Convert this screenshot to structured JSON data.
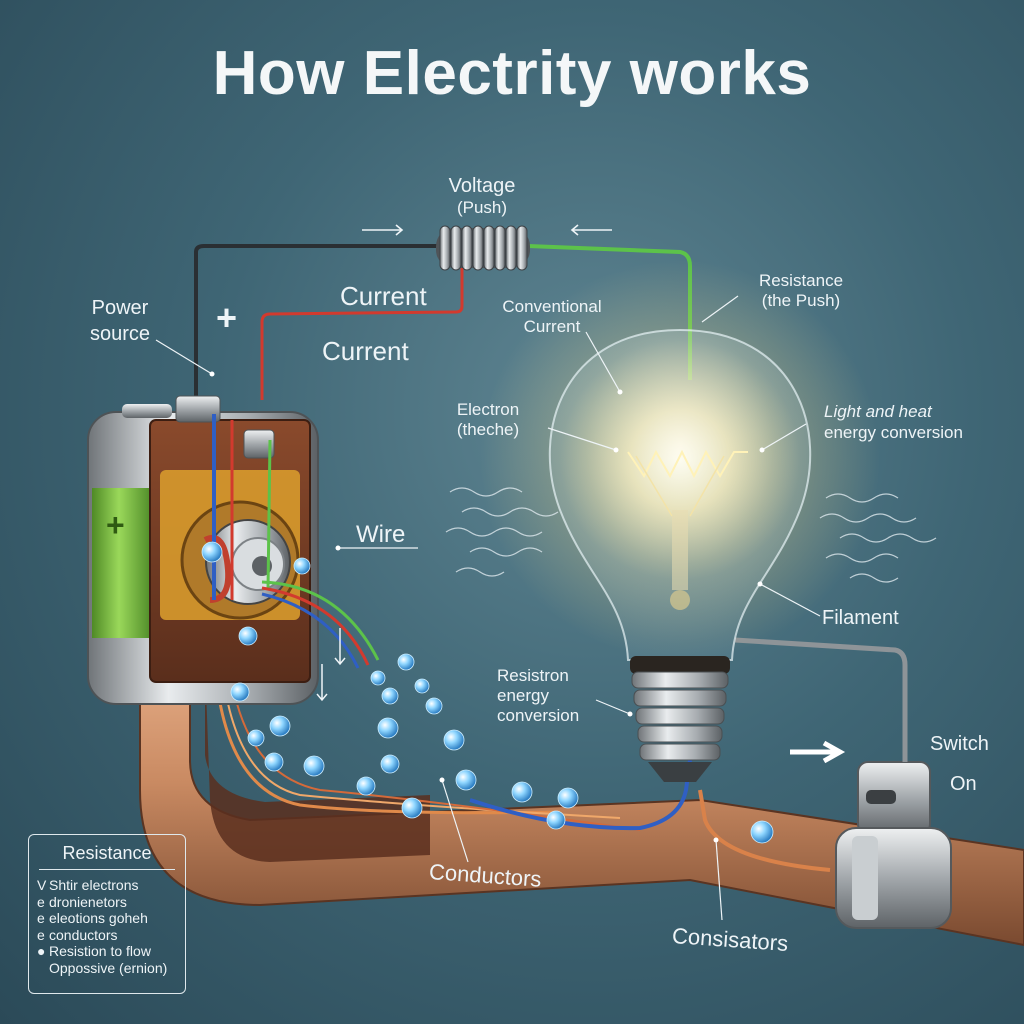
{
  "title": "How Electrity works",
  "labels": {
    "voltage": "Voltage",
    "voltage_sub": "(Push)",
    "power_source_line1": "Power",
    "power_source_line2": "source",
    "plus_sign": "+",
    "battery_plus": "+",
    "current_1": "Current",
    "current_2": "Current",
    "conventional_line1": "Conventional",
    "conventional_line2": "Current",
    "resistance_line1": "Resistance",
    "resistance_line2": "(the Push)",
    "electron_line1": "Electron",
    "electron_line2": "(theche)",
    "light_line1": "Light and heat",
    "light_line2": "energy conversion",
    "wire": "Wire",
    "filament": "Filament",
    "resistron_line1": "Resistron",
    "resistron_line2": "energy",
    "resistron_line3": "conversion",
    "switch": "Switch",
    "on": "On",
    "conductors": "Conductors",
    "consisators": "Consisators"
  },
  "legend": {
    "title": "Resistance",
    "items": [
      {
        "marker": "V",
        "text": "Shtir electrons"
      },
      {
        "marker": "e",
        "text": "dronienetors"
      },
      {
        "marker": "e",
        "text": "eleotions goheh"
      },
      {
        "marker": "e",
        "text": "conductors"
      },
      {
        "marker": "●",
        "text": "Resistion to flow"
      },
      {
        "marker": "",
        "text": "Oppossive (ernion)"
      }
    ]
  },
  "colors": {
    "background": "#3f6675",
    "copper": "#c98a62",
    "wire_red": "#d23a2e",
    "wire_blue": "#2f5fc4",
    "wire_green": "#5cc24a",
    "glow": "#fff6c2",
    "electron": "#7fd0ff",
    "battery_green": "#7cc242"
  }
}
